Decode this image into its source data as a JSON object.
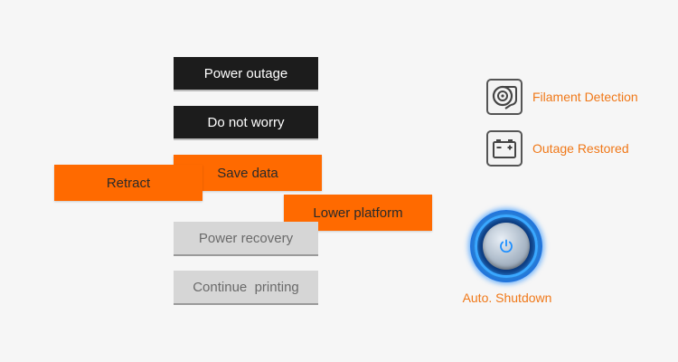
{
  "steps": {
    "power_outage": "Power outage",
    "do_not_worry": "Do not worry",
    "save_data": "Save data",
    "retract": "Retract",
    "lower_platform": "Lower platform",
    "power_recovery": "Power recovery",
    "continue_printing": "Continue  printing"
  },
  "features": {
    "filament_detection": {
      "label": "Filament Detection",
      "icon": "filament-spool-icon"
    },
    "outage_restored": {
      "label": "Outage Restored",
      "icon": "battery-icon"
    },
    "auto_shutdown": {
      "label": "Auto. Shutdown",
      "icon": "power-icon"
    }
  },
  "colors": {
    "dark_button": "#1c1c1c",
    "orange_button": "#ff6a00",
    "gray_button": "#d6d6d6",
    "accent_text": "#f07818",
    "knob_glow": "#3aa8ff"
  }
}
